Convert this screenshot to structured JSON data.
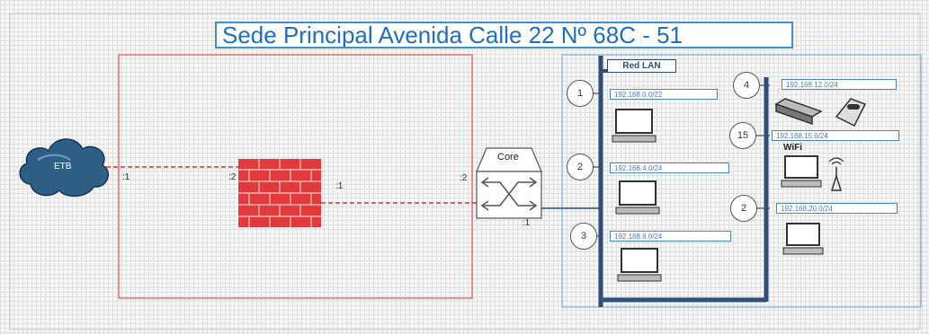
{
  "title": "Sede Principal Avenida Calle 22 Nº 68C - 51",
  "cloud": {
    "label": "ETB"
  },
  "core": {
    "label": "Core"
  },
  "lan": {
    "label": "Red LAN"
  },
  "wifi": {
    "label": "WiFi"
  },
  "ports": {
    "cloud_out": ":1",
    "firewall_in": ":2",
    "firewall_out": ":1",
    "core_in": ":2",
    "core_out": ":1"
  },
  "left_segments": [
    {
      "number": "1",
      "subnet": "192.168.0.0/22"
    },
    {
      "number": "2",
      "subnet": "192.168.4.0/24"
    },
    {
      "number": "3",
      "subnet": "192.168.8.0/24"
    }
  ],
  "right_segments": [
    {
      "number": "4",
      "subnet": "192.168.12.0/24"
    },
    {
      "number": "15",
      "subnet": "192.168.15.0/24"
    },
    {
      "number": "2",
      "subnet": "192.168.20.0/24"
    }
  ],
  "colors": {
    "title_border": "#3d8fd6",
    "firewall_red": "#e03a3a",
    "zone_red": "#e06060",
    "lan_blue": "#2f4e7a",
    "zone_blue": "#8ab6dc",
    "cloud_blue": "#2e5f86"
  }
}
